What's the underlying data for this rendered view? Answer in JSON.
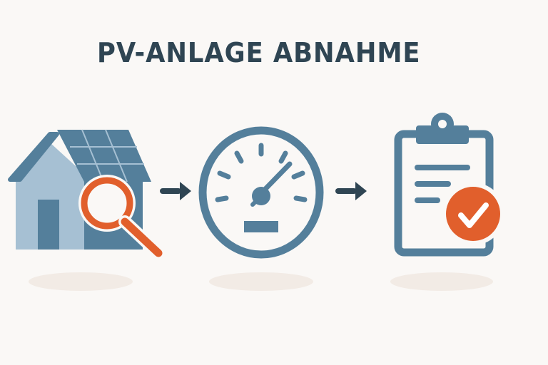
{
  "title": "PV-ANLAGE ABNAHME",
  "steps": [
    {
      "icon": "house-with-solar-panels-and-magnifier-icon",
      "meaning": "inspection"
    },
    {
      "icon": "speedometer-gauge-icon",
      "meaning": "measurement"
    },
    {
      "icon": "clipboard-with-checkmark-icon",
      "meaning": "approval"
    }
  ],
  "arrows": [
    "arrow-right-icon",
    "arrow-right-icon"
  ],
  "colors": {
    "background": "#faf8f6",
    "title": "#2f4553",
    "primary_blue": "#547f9b",
    "light_blue": "#a6c0d3",
    "accent_orange": "#e15f2c",
    "arrow": "#2f4553",
    "shadow": "#f2ebe5"
  }
}
